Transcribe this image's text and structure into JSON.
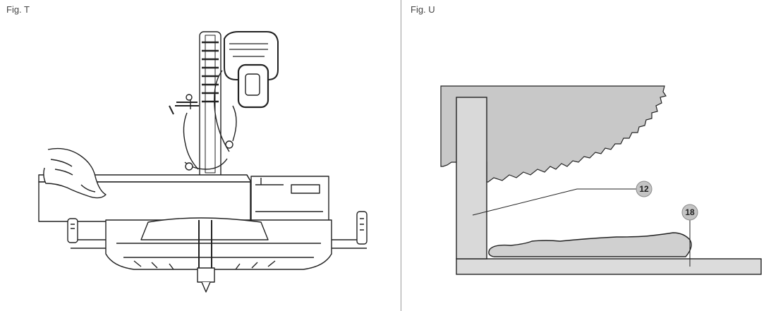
{
  "figures": {
    "left": {
      "label": "Fig. T"
    },
    "right": {
      "label": "Fig. U"
    }
  },
  "callouts": {
    "c12": "12",
    "c18": "18"
  },
  "colors": {
    "line": "#222222",
    "blade_fill": "#c8c8c8",
    "fence_fill": "#d9d9d9",
    "table_fill": "#dcdcdc",
    "callout_fill": "#c4c4c4"
  }
}
